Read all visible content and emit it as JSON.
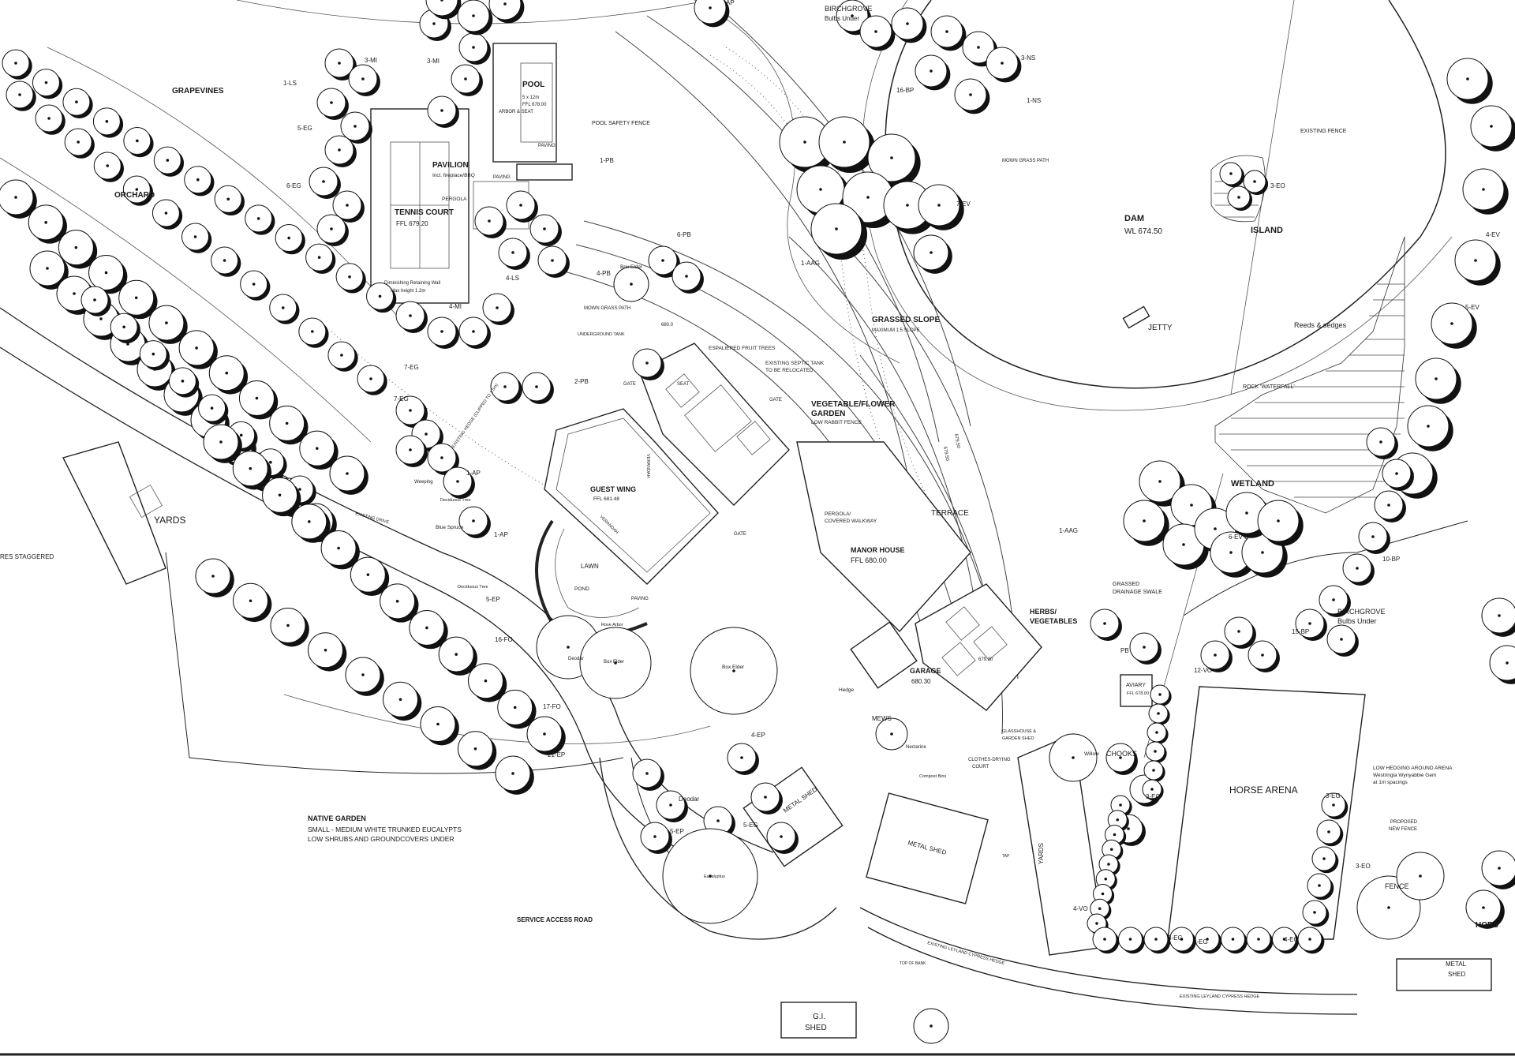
{
  "plan": {
    "labels": {
      "grapevines": "GRAPEVINES",
      "orchard": "ORCHARD",
      "pool": "POOL",
      "pool_dims": "5 x 12m",
      "pool_ffl": "FFL 678.00",
      "arbor_seat": "ARBOR & SEAT",
      "pool_fence": "POOL SAFETY FENCE",
      "paving1": "PAVING",
      "pavilion": "PAVILION",
      "pavilion_sub": "Incl. fireplace/BBQ",
      "paving2": "PAVING",
      "pergola": "PERGOLA",
      "tennis": "TENNIS COURT",
      "tennis_ffl": "FFL 679.20",
      "retaining1": "Diminishing Retaining Wall",
      "retaining2": "Max height 1.2m",
      "birchgrove_top": "BIRCHGROVE",
      "bulbs_top": "Bulbs Under",
      "existing_fence": "EXISTING FENCE",
      "mown_path_top": "MOWN GRASS PATH",
      "dam": "DAM",
      "dam_wl": "WL 674.50",
      "island": "ISLAND",
      "box_elder": "Box Elder",
      "mown_path_mid": "MOWN GRASS PATH",
      "underground_tank": "UNDERGROUND TANK",
      "espaliered": "ESPALIERED FRUIT TREES",
      "septic1": "EXISTING SEPTIC TANK",
      "septic2": "TO BE RELOCATED",
      "grassed_slope": "GRASSED SLOPE",
      "grassed_slope_sub": "MAXIMUM 1:5 SLOPE",
      "jetty": "JETTY",
      "reeds": "Reeds & sedges",
      "rock_waterfall": "ROCK 'WATERFALL'",
      "veg_flower1": "VEGETABLE/FLOWER",
      "veg_flower2": "GARDEN",
      "rabbit_fence": "LOW RABBIT FENCE",
      "seat": "SEAT",
      "gate1": "GATE",
      "gate2": "GATE",
      "gate3": "GATE",
      "guest_wing": "GUEST WING",
      "guest_ffl": "FFL 681.48",
      "verandah1": "VERANDAH",
      "verandah2": "VERANDAH",
      "lawn": "LAWN",
      "pond": "POND",
      "paving3": "PAVING",
      "pergola_walk1": "PERGOLA/",
      "pergola_walk2": "COVERED WALKWAY",
      "terrace": "TERRACE",
      "manor": "MANOR HOUSE",
      "manor_ffl": "FFL 680.00",
      "wetland": "WETLAND",
      "birchgrove_r": "BIRCHGROVE",
      "bulbs_r": "Bulbs Under",
      "drainage1": "GRASSED",
      "drainage2": "DRAINAGE SWALE",
      "herbs1": "HERBS/",
      "herbs2": "VEGETABLES",
      "yards_left": "YARDS",
      "staggered": "RES STAGGERED",
      "existing_drive": "EXISTING DRIVE",
      "existing_hedge": "EXISTING HEDGE (CLIPPED TO 1.5m)",
      "weeping": "Weeping",
      "blue_spruce": "Blue Spruce",
      "deciduous1": "Deciduous Tree",
      "deciduous2": "Deciduous Tree",
      "deodar1": "Deodar",
      "box_elder2": "Box Elder",
      "box_elder3": "Box Elder",
      "rose": "Rose Arbor",
      "garage": "GARAGE",
      "garage_ffl": "680.30",
      "hedge1": "Hedge",
      "mews": "MEWS",
      "aviary": "AVIARY",
      "aviary_ffl": "FFL 678.00",
      "glasshouse1": "GLASSHOUSE &",
      "glasshouse2": "GARDEN SHED",
      "clothes1": "CLOTHES-DRYING",
      "clothes2": "COURT",
      "willow": "Willow",
      "chooks": "CHOOKS",
      "horse_arena": "HORSE ARENA",
      "low_hedging1": "LOW HEDGING AROUND ARENA",
      "low_hedging2": "Westringia Wynyabbie Gem",
      "low_hedging3": "at 1m spacings",
      "proposed_fence1": "PROPOSED",
      "proposed_fence2": "NEW FENCE",
      "fence": "FENCE",
      "hors": "HORS",
      "native1": "NATIVE GARDEN",
      "native2": "SMALL - MEDIUM WHITE TRUNKED EUCALYPTS",
      "native3": "LOW SHRUBS AND GROUNDCOVERS UNDER",
      "deodar2": "Deodar",
      "metal_shed1": "METAL SHED",
      "metal_shed2": "METAL SHED",
      "metal_shed3": "METAL",
      "metal_shed3b": "SHED",
      "compost": "Compost Bins",
      "nectarine": "Nectarine",
      "yards_mid": "YARDS",
      "service_road": "SERVICE ACCESS ROAD",
      "leyland1": "EXISTING LEYLAND CYPRESS HEDGE",
      "leyland2": "EXISTING LEYLAND CYPRESS HEDGE",
      "gi1": "G.I.",
      "gi2": "SHED",
      "eucalyptus": "Eucalyptus"
    },
    "codes": {
      "c_3mi_a": "3-MI",
      "c_3mi_b": "3-MI",
      "c_1ls": "1-LS",
      "c_5eg": "5-EG",
      "c_6eg": "6-EG",
      "c_1pb": "1-PB",
      "c_6pb": "6-PB",
      "c_4pb": "4-PB",
      "c_4ls": "4-LS",
      "c_4mi": "4-MI",
      "c_7eg_a": "7-EG",
      "c_7eg_b": "7-EG",
      "c_2pb": "2-PB",
      "c_1ap_a": "1-AP",
      "c_1ap_b": "1-AP",
      "c_5ep_a": "5-EP",
      "c_16fo": "16-FO",
      "c_17fo": "17-FO",
      "c_21ep": "21-EP",
      "c_4ep": "4-EP",
      "c_5ep_b": "5-EP",
      "c_5eg_b": "5-EG",
      "c_3ns": "3-NS",
      "c_1ns": "1-NS",
      "c_16bp": "16-BP",
      "c_7ev": "7-EV",
      "c_1aag_a": "1-AAG",
      "c_3eo_a": "3-EO",
      "c_4ev": "4-EV",
      "c_5ev": "5-EV",
      "c_1aag_b": "1-AAG",
      "c_6ev": "6-EV",
      "c_10bp": "10-BP",
      "c_15bp": "15-BP",
      "c_12vo": "12-VO",
      "c_3eg_a": "3-EG",
      "c_3eg_b": "3-EG",
      "c_3eg_c": "3-EG",
      "c_3eg_d": "3-EG",
      "c_4eg": "4-EG",
      "c_4vo": "4-VO",
      "c_3eo_b": "3-EO",
      "c_pb": "PB",
      "c_ap": "AP",
      "lvl_680": "680.0",
      "lvl_679_5a": "679.50",
      "lvl_679_5b": "679.50",
      "lvl_679_3": "679.30",
      "tap": "TAP",
      "top_bank": "TOP OF BANK"
    }
  }
}
